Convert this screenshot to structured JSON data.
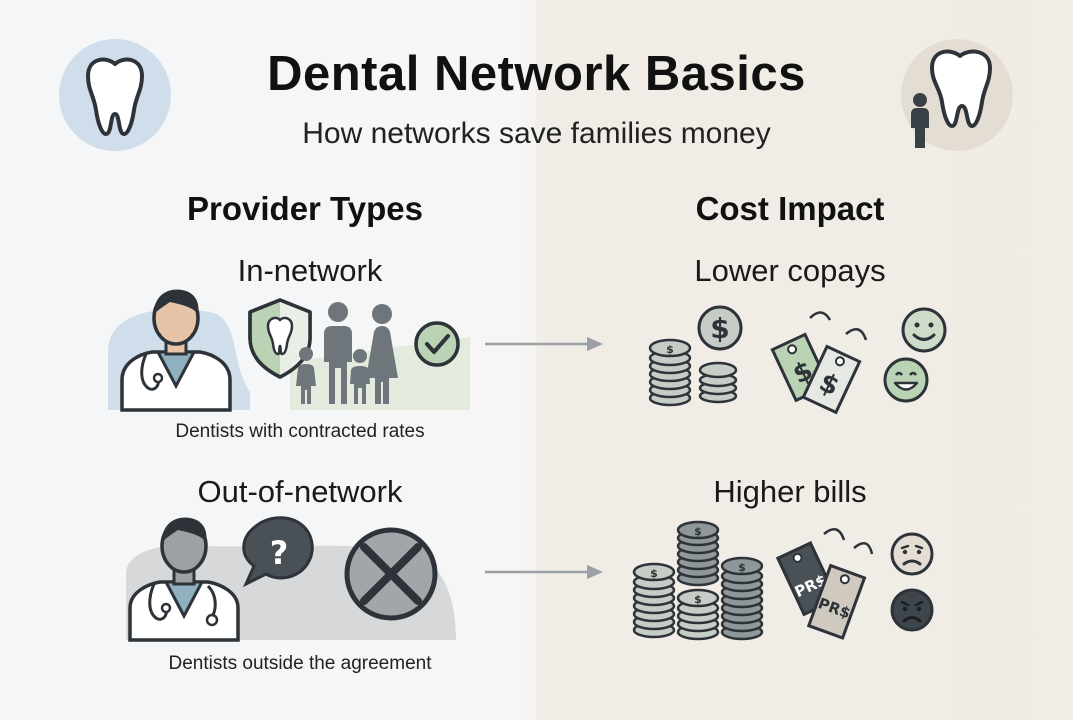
{
  "title": "Dental Network Basics",
  "subtitle": "How networks save families money",
  "left_column": {
    "heading": "Provider Types",
    "in_network": {
      "label": "In-network",
      "caption": "Dentists with contracted rates"
    },
    "out_network": {
      "label": "Out-of-network",
      "caption": "Dentists outside the agreement"
    }
  },
  "right_column": {
    "heading": "Cost Impact",
    "in_network_result": {
      "label": "Lower copays"
    },
    "out_network_result": {
      "label": "Higher bills"
    }
  },
  "price_tags": {
    "out_tag_top": "PR$",
    "out_tag_bottom": "PR$"
  },
  "colors": {
    "ink": "#2d3338",
    "blue_circle": "#cfdeea",
    "beige_circle": "#e4ddd3",
    "green": "#b9d3b4",
    "sage": "#cfdcc9",
    "gray_blob": "#d6d8da",
    "coin_light": "#c6cdc6",
    "coin_dark": "#8f979b"
  },
  "icons": [
    "tooth-icon",
    "tooth-person-icon",
    "dentist-icon",
    "shield-tooth-icon",
    "family-icon",
    "check-icon",
    "arrow-icon",
    "coin-stack-icon",
    "dollar-coin-icon",
    "price-tag-icon",
    "happy-face-icon",
    "question-bubble-icon",
    "x-circle-icon",
    "sad-face-icon"
  ]
}
